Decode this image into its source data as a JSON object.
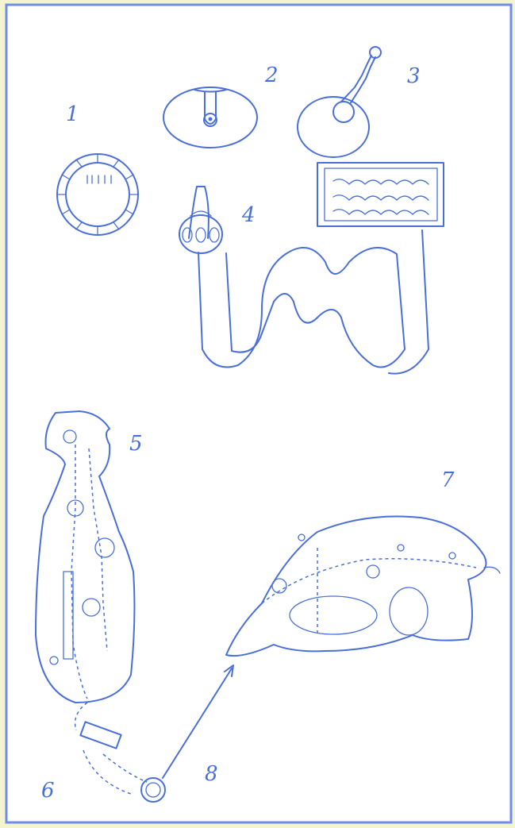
{
  "figure_labels": {
    "f1": "1",
    "f2": "2",
    "f3": "3",
    "f4": "4",
    "f5": "5",
    "f6": "6",
    "f7": "7",
    "f8": "8"
  },
  "colors": {
    "ink": "#4a6fd8",
    "frame": "#6f8ee8",
    "background": "#ffffff",
    "outer_border": "#e6e9a8"
  }
}
